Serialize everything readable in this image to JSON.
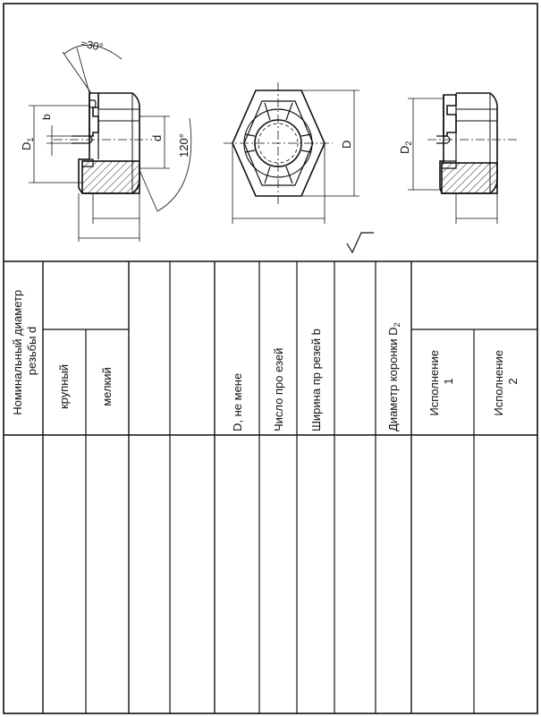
{
  "drawing": {
    "angle_chamfer": "≈30°",
    "angle_slot": "120°",
    "dim_D1": "D",
    "dim_D1_sub": "1",
    "dim_b": "b",
    "dim_d": "d",
    "dim_D": "D",
    "dim_D2": "D",
    "dim_D2_sub": "2"
  },
  "table": {
    "col_nominal_line1": "Номинальный диаметр",
    "col_nominal_line2": "резьбы d",
    "col_coarse": "крупный",
    "col_fine": "мелкий",
    "col_D_min": "D, не мене",
    "col_slots_count": "Число про  езей",
    "col_slot_width": "Ширина пр  резей  b",
    "col_crown_diameter": "Диаметр коронки  D",
    "col_crown_diameter_sub": "2",
    "col_variant1_line1": "Исполнение",
    "col_variant1_line2": "1",
    "col_variant2_line1": "Исполнение",
    "col_variant2_line2": "2"
  }
}
